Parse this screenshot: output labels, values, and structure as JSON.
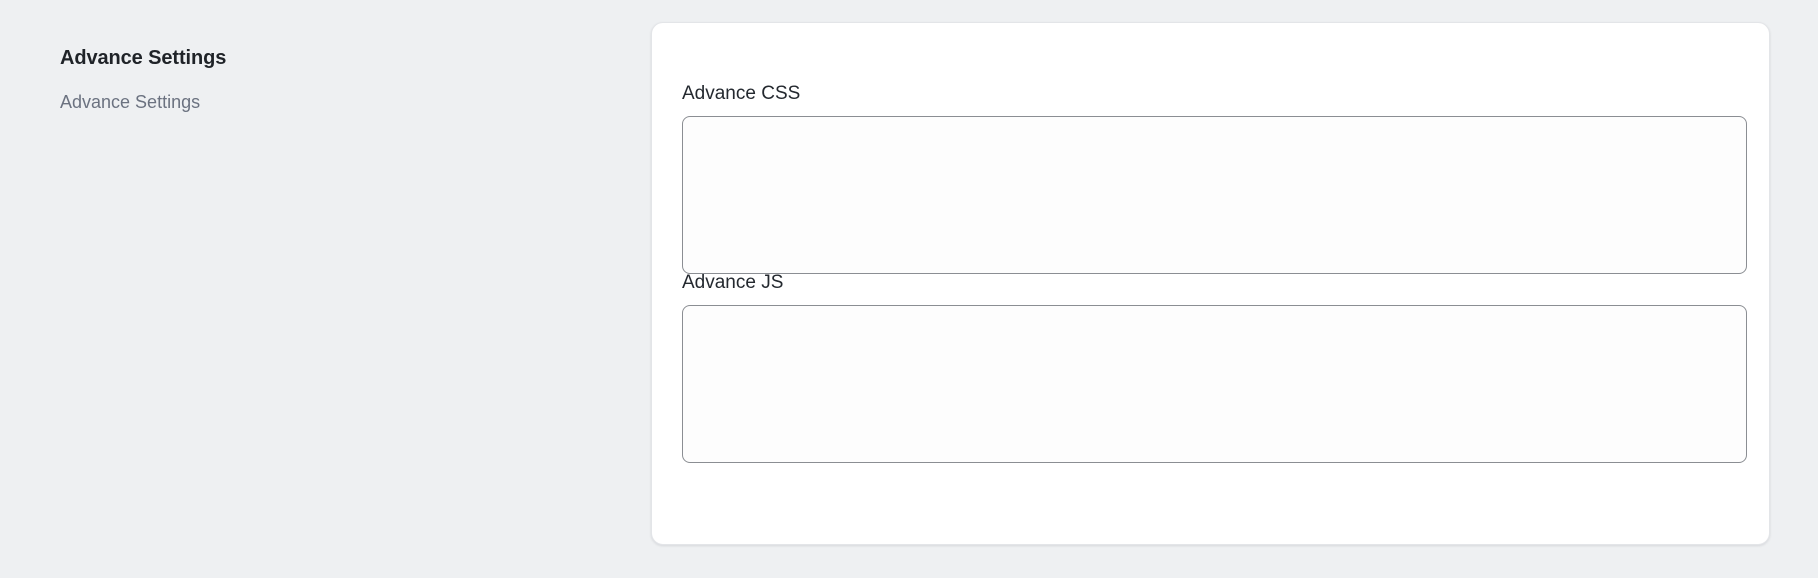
{
  "page": {
    "background_color": "#eef0f2",
    "card_color": "#ffffff",
    "border_color": "#e3e5e8",
    "field_border_color": "#8b8e93",
    "field_fill_color": "#fdfdfd",
    "heading_color": "#1f2328",
    "subtitle_color": "#6b7280"
  },
  "sidebar": {
    "title": "Advance Settings",
    "subtitle": "Advance Settings"
  },
  "form": {
    "fields": [
      {
        "label": "Advance CSS",
        "value": "",
        "placeholder": ""
      },
      {
        "label": "Advance JS",
        "value": "",
        "placeholder": ""
      }
    ]
  }
}
